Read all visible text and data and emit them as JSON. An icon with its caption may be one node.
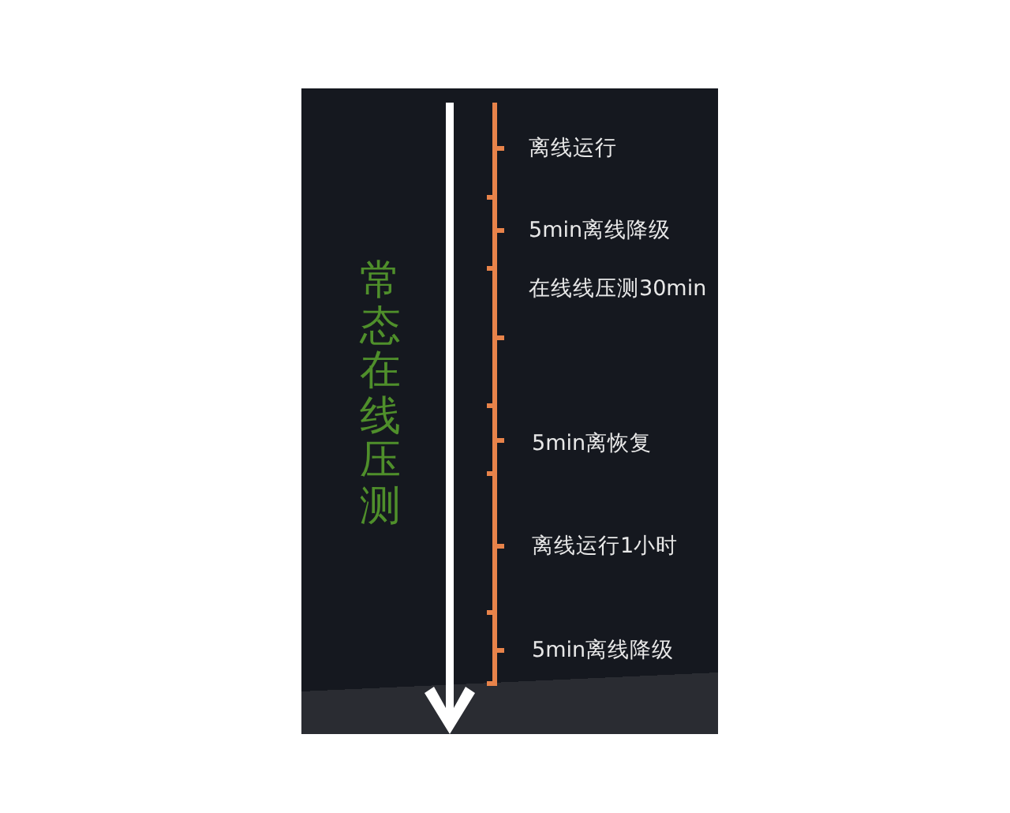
{
  "diagram": {
    "labels": [
      "常态在线压测",
      "离线运行",
      "5min离线降级",
      "在线线压测30min",
      "5min离恢复",
      "离线运行1小时",
      "5min离线降级"
    ]
  }
}
